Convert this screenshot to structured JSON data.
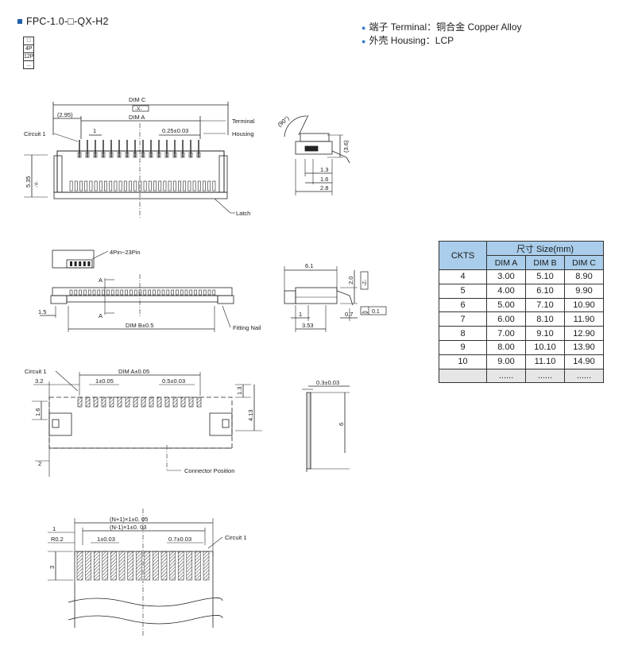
{
  "title": "FPC-1.0-□-QX-H2",
  "variants": [
    "□",
    "4P",
    "12P",
    "..."
  ],
  "materials": [
    "端子 Terminal：铜合金 Copper Alloy",
    "外壳 Housing：LCP"
  ],
  "labels": {
    "dim_c": "DIM C",
    "datum_x": "-X-",
    "dim_a": "DIM A",
    "d295": "(2.95)",
    "terminal": "Terminal",
    "housing": "Housing",
    "circuit1": "Circuit 1",
    "one": "1",
    "pitch025": "0.25±0.03",
    "d535": "5.35",
    "datum_y": "-Y-",
    "latch": "Latch",
    "angle90": "(90°)",
    "d36": "(3.6)",
    "d13": "1.3",
    "d16": "1.6",
    "d28": "2.8",
    "pins_range": "4Pin~23Pin",
    "section_a": "A",
    "d15": "1.5",
    "dim_b": "DIM B±0.5",
    "fitting_nail": "Fitting Nail",
    "d61": "6.1",
    "d20": "2.0",
    "datum_z": "-Z-",
    "d07": "0.7",
    "d353": "3.53",
    "flat01": "0.1",
    "dim_a_tol": "DIM A±0.05",
    "d32": "3.2",
    "p1": "1±0.05",
    "p05": "0.5±0.03",
    "d16b": "1.6",
    "d413": "4.13",
    "d2": "2",
    "connector_pos": "Connector Position",
    "d03": "0.3±0.03",
    "d6": "6",
    "n1_05": "(N+1)×1±0. 05",
    "n1_03": "(N-1)×1±0. 03",
    "r02": "R0.2",
    "p1_03": "1±0.03",
    "p07": "0.7±0.03",
    "d3": "3"
  },
  "table": {
    "header_ckts": "CKTS",
    "header_group": "尺寸 Size(mm)",
    "header_cols": [
      "DIM A",
      "DIM B",
      "DIM C"
    ],
    "rows": [
      [
        "4",
        "3.00",
        "5.10",
        "8.90"
      ],
      [
        "5",
        "4.00",
        "6.10",
        "9.90"
      ],
      [
        "6",
        "5.00",
        "7.10",
        "10.90"
      ],
      [
        "7",
        "6.00",
        "8.10",
        "11.90"
      ],
      [
        "8",
        "7.00",
        "9.10",
        "12.90"
      ],
      [
        "9",
        "8.00",
        "10.10",
        "13.90"
      ],
      [
        "10",
        "9.00",
        "11.10",
        "14.90"
      ],
      [
        "",
        "......",
        "......",
        "......"
      ]
    ]
  },
  "colors": {
    "header_blue": "#a9cdea",
    "bullet_blue": "#1f5fa8"
  }
}
